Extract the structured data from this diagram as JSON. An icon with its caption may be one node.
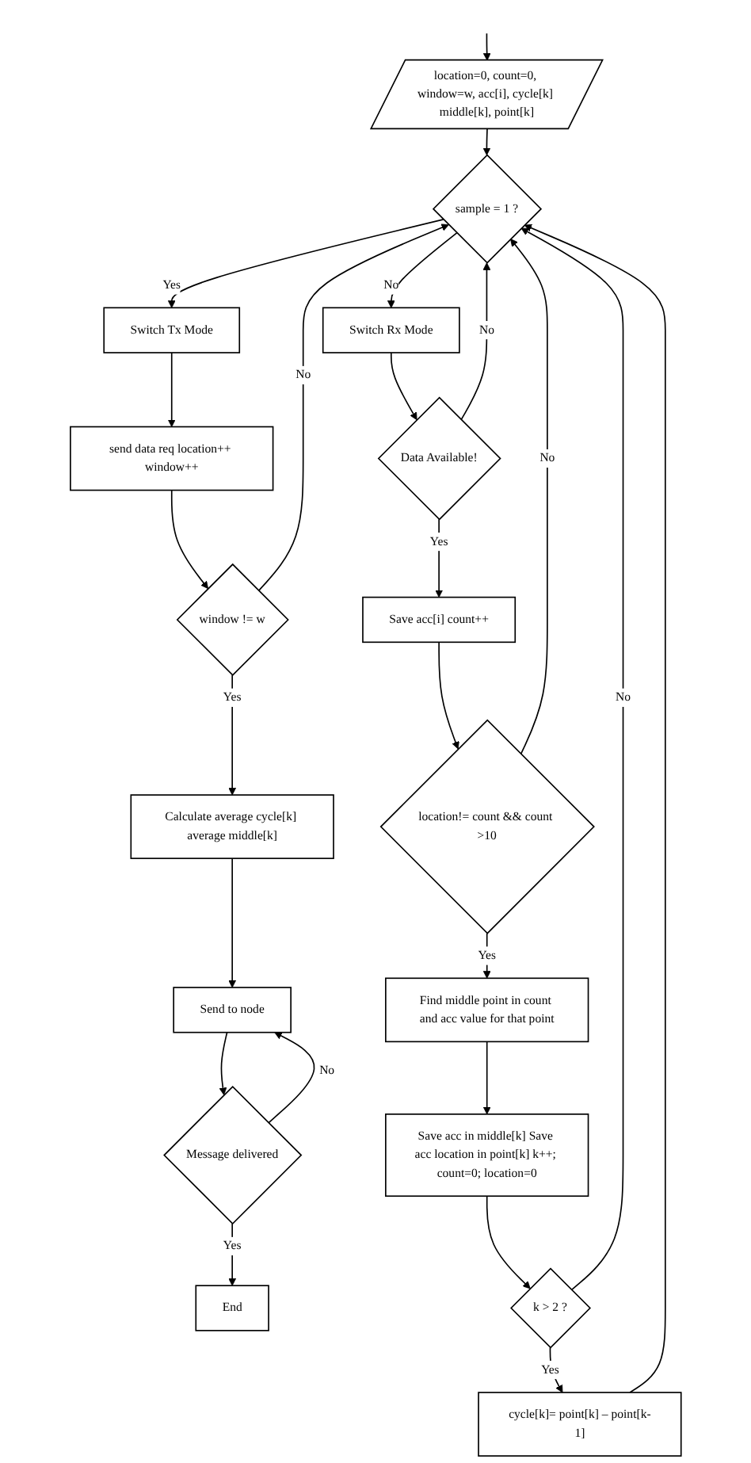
{
  "diagram": {
    "nodes": [
      {
        "text": [
          "location=0, count=0, window=w, acc[i], cycle[k] middle[k], point[k]"
        ]
      },
      {
        "text": [
          "sample = 1 ?"
        ]
      },
      {
        "text": [
          "Switch Tx Mode"
        ]
      },
      {
        "text": [
          "Switch Rx Mode"
        ]
      },
      {
        "text": [
          "send data req location++ window++"
        ]
      },
      {
        "text": [
          "window != w"
        ]
      },
      {
        "text": [
          "Calculate average cycle[k] average middle[k]"
        ]
      },
      {
        "text": [
          "Send to node"
        ]
      },
      {
        "text": [
          "Message delivered"
        ]
      },
      {
        "text": [
          "End"
        ]
      },
      {
        "text": [
          "Data Available!"
        ]
      },
      {
        "text": [
          "Save acc[i] count++"
        ]
      },
      {
        "text": [
          "location!= count && count >10"
        ]
      },
      {
        "text": [
          "Find middle point in count and acc value for that point"
        ]
      },
      {
        "text": [
          "Save acc in middle[k] Save acc location in point[k] k++; count=0; location=0"
        ]
      },
      {
        "text": [
          "k > 2 ?"
        ]
      },
      {
        "text": [
          "cycle[k]= point[k] – point[k-1]"
        ]
      }
    ],
    "edges": [
      {
        "from": null,
        "to": 0,
        "arrow": "to"
      },
      {
        "from": 0,
        "to": 1,
        "arrow": "to"
      },
      {
        "from": 1,
        "to": 2,
        "arrow": "to",
        "label": "Yes"
      },
      {
        "from": 1,
        "to": 3,
        "arrow": "to",
        "label": "No"
      },
      {
        "from": 2,
        "to": 4,
        "arrow": "to"
      },
      {
        "from": 4,
        "to": 5,
        "arrow": "to"
      },
      {
        "from": 5,
        "to": 6,
        "arrow": "to",
        "label": "Yes"
      },
      {
        "from": 5,
        "to": 1,
        "arrow": "to",
        "label": "No"
      },
      {
        "from": 6,
        "to": 7,
        "arrow": "to"
      },
      {
        "from": 7,
        "to": 8,
        "arrow": "to"
      },
      {
        "from": 8,
        "to": 7,
        "arrow": "to",
        "label": "No"
      },
      {
        "from": 8,
        "to": 9,
        "arrow": "to",
        "label": "Yes"
      },
      {
        "from": 3,
        "to": 10,
        "arrow": "to"
      },
      {
        "from": 10,
        "to": 1,
        "arrow": "to",
        "label": "No"
      },
      {
        "from": 10,
        "to": 11,
        "arrow": "to",
        "label": "Yes"
      },
      {
        "from": 11,
        "to": 12,
        "arrow": "to"
      },
      {
        "from": 12,
        "to": 1,
        "arrow": "to",
        "label": "No"
      },
      {
        "from": 12,
        "to": 13,
        "arrow": "to",
        "label": "Yes"
      },
      {
        "from": 13,
        "to": 14,
        "arrow": "to"
      },
      {
        "from": 14,
        "to": 15,
        "arrow": "to"
      },
      {
        "from": 15,
        "to": 1,
        "arrow": "to",
        "label": "No"
      },
      {
        "from": 15,
        "to": 16,
        "arrow": "to",
        "label": "Yes"
      },
      {
        "from": 16,
        "to": 1,
        "arrow": "to"
      }
    ]
  }
}
